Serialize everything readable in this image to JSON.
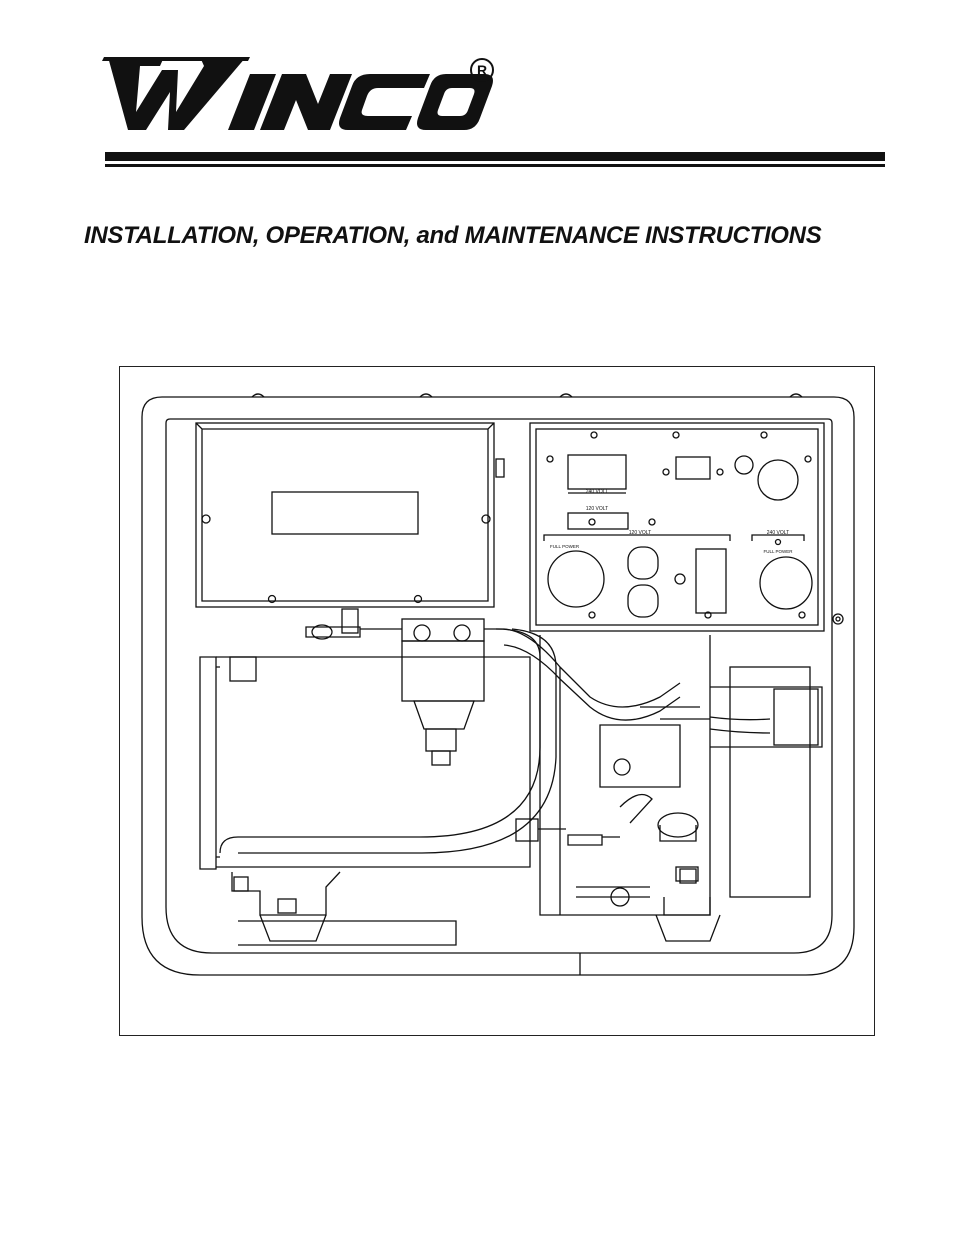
{
  "brand": {
    "logo_text": "WINCO",
    "registered_mark": "R"
  },
  "document": {
    "title": "INSTALLATION, OPERATION, and MAINTENANCE INSTRUCTIONS"
  },
  "illustration": {
    "panel_labels": {
      "volt_240_meter": "240 VOLT",
      "volt_120_meter": "120 VOLT",
      "volt_120_outlets": "120 VOLT",
      "volt_240_outlets": "240 VOLT",
      "full_power_left": "FULL POWER",
      "full_power_right": "FULL POWER"
    }
  },
  "colors": {
    "ink": "#111111",
    "paper": "#ffffff"
  }
}
